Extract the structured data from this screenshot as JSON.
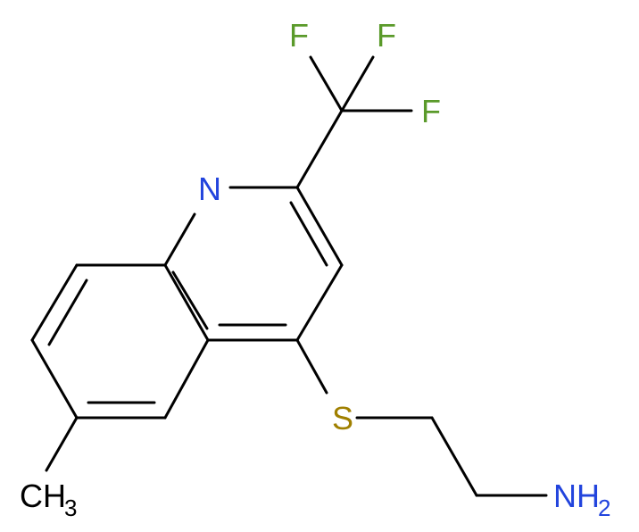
{
  "molecule": {
    "atoms": {
      "N1": {
        "element": "N",
        "color": "#2244dd"
      },
      "S": {
        "element": "S",
        "color": "#a08000"
      },
      "F1": {
        "element": "F",
        "color": "#5a9a2a"
      },
      "F2": {
        "element": "F",
        "color": "#5a9a2a"
      },
      "F3": {
        "element": "F",
        "color": "#5a9a2a"
      },
      "NH2": {
        "element": "NH",
        "subscript": "2",
        "color": "#2244dd"
      },
      "CH3": {
        "element": "CH",
        "subscript": "3",
        "color": "#000000"
      }
    },
    "bond_color": "#000000",
    "background": "#ffffff"
  }
}
